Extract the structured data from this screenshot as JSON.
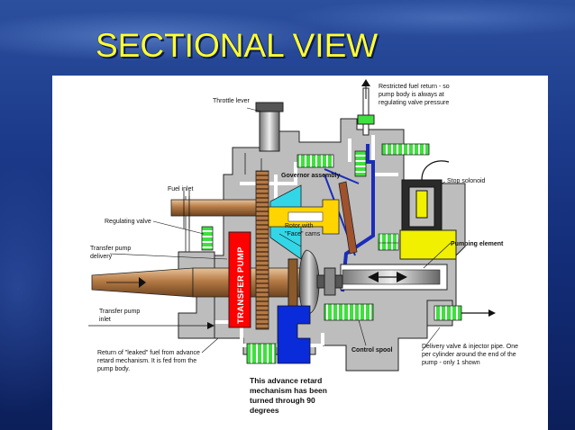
{
  "slide": {
    "title": "SECTIONAL VIEW",
    "colors": {
      "background": "#1d3c8c",
      "title": "#ffff33",
      "panel": "#ffffff",
      "housing": "#bdbdbd",
      "pump_body": "#a6a6a6",
      "pump_element": "#f0f000",
      "springs": "#3fe03f",
      "transfer_pump": "#ff0000",
      "gear_shaft": "#a06a3c",
      "governor": "#ffd400",
      "governor_weights": "#33d6e6",
      "advance_piston": "#0a2bd9"
    }
  },
  "diagram": {
    "labels": {
      "throttle_lever": "Throttle lever",
      "restricted_return": "Restricted fuel return - so pump body is always at regulating valve pressure",
      "governor_assembly": "Governor assembly",
      "stop_solenoid": "Stop solonoid",
      "fuel_inlet": "Fuel inlet",
      "regulating_valve": "Regulating valve",
      "rotor_cams": "Rotor with \"Face\" cams",
      "transfer_pump_delivery": "Transfer pump delivery",
      "pumping_element": "Pumping element",
      "transfer_pump": "TRANSFER PUMP",
      "transfer_pump_inlet": "Transfer pump inlet",
      "return_leaked": "Return of \"leaked\" fuel from advance retard mechanism. It is fed from the pump body.",
      "control_spool": "Control spool",
      "delivery_valve": "Delivery valve & injector pipe. One per cylinder around the end of the pump - only 1 shown",
      "advance_note": "This advance retard mechanism has been turned through 90 degrees"
    }
  }
}
